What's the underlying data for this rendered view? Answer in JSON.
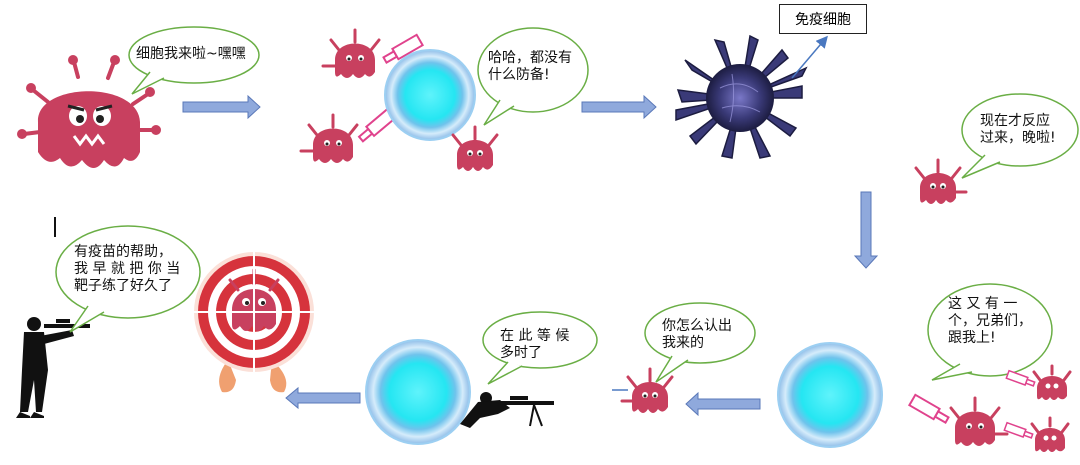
{
  "speech": {
    "b1": "细胞我来啦~嘿嘿",
    "b2": "哈哈，都没有\n什么防备!",
    "b3": "现在才反应\n过来，晚啦!",
    "b4": "这 又 有 一\n个，兄弟们，\n跟我上!",
    "b5": "你怎么认出\n我来的",
    "b6": "在 此 等 候\n多时了",
    "b7": "有疫苗的帮助，\n我 早 就 把 你 当\n靶子练了好久了"
  },
  "labels": {
    "immune_cell": "免疫细胞"
  },
  "colors": {
    "virus": "#c8405f",
    "virus_dark": "#9c2443",
    "bubble_stroke": "#6aae45",
    "arrow_fill": "#8fa9dc",
    "arrow_stroke": "#5a78b8",
    "cell_core": "#25e6f2",
    "cell_ring": "#9ccff2",
    "immune_body": "#2a2a55",
    "target_red": "#d6333c",
    "knife_pink": "#e0438d"
  }
}
